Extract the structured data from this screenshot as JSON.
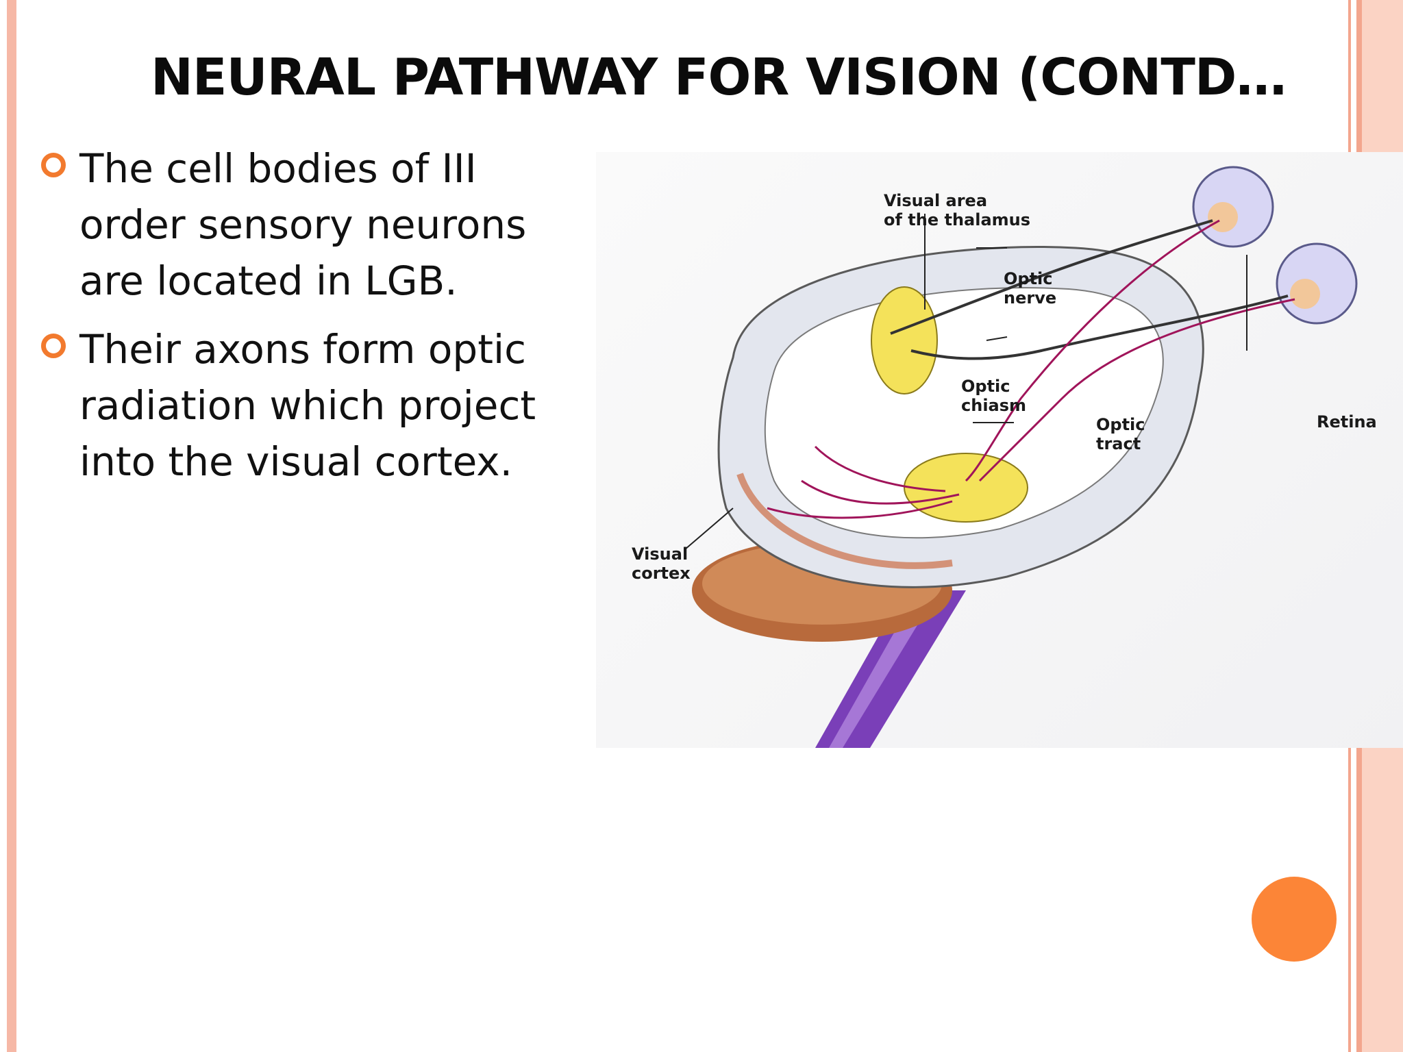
{
  "slide": {
    "title": "NEURAL PATHWAY FOR VISION (CONTD…",
    "bullets": [
      "The cell bodies of III order sensory neurons are located in LGB.",
      "Their axons form optic radiation which project into the visual cortex."
    ]
  },
  "figure": {
    "labels": {
      "thalamus_line1": "Visual area",
      "thalamus_line2": "of the thalamus",
      "nerve_line1": "Optic",
      "nerve_line2": "nerve",
      "chiasm_line1": "Optic",
      "chiasm_line2": "chiasm",
      "tract_line1": "Optic",
      "tract_line2": "tract",
      "retina": "Retina",
      "cortex_line1": "Visual",
      "cortex_line2": "cortex"
    }
  },
  "colors": {
    "accent": "#f27a2e",
    "side_bar": "#f6b8a6",
    "neuron_path": "#a0145a",
    "thalamus_yellow": "#f4e25a",
    "brainstem": "#7a3fb8"
  },
  "icons": {
    "bullet": "hollow-circle-bullet-icon",
    "corner": "orange-circle-icon"
  }
}
